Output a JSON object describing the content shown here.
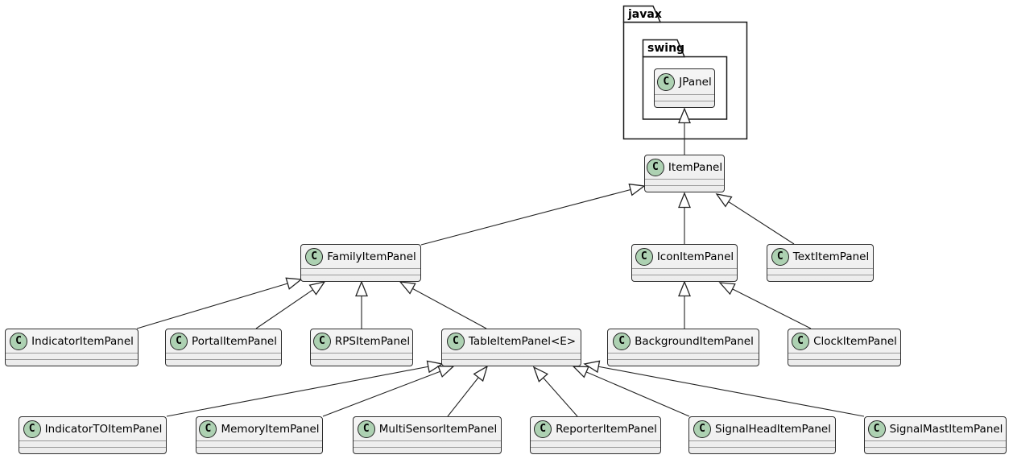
{
  "diagram": {
    "kind": "uml_class_diagram",
    "class_icon_letter": "C",
    "packages": [
      {
        "name": "javax"
      },
      {
        "name": "swing"
      }
    ],
    "classes": [
      {
        "name": "JPanel"
      },
      {
        "name": "ItemPanel"
      },
      {
        "name": "FamilyItemPanel"
      },
      {
        "name": "IconItemPanel"
      },
      {
        "name": "TextItemPanel"
      },
      {
        "name": "IndicatorItemPanel"
      },
      {
        "name": "PortalItemPanel"
      },
      {
        "name": "RPSItemPanel"
      },
      {
        "name": "TableItemPanel<E>"
      },
      {
        "name": "BackgroundItemPanel"
      },
      {
        "name": "ClockItemPanel"
      },
      {
        "name": "IndicatorTOItemPanel"
      },
      {
        "name": "MemoryItemPanel"
      },
      {
        "name": "MultiSensorItemPanel"
      },
      {
        "name": "ReporterItemPanel"
      },
      {
        "name": "SignalHeadItemPanel"
      },
      {
        "name": "SignalMastItemPanel"
      }
    ],
    "relations": [
      {
        "from": "ItemPanel",
        "to": "JPanel",
        "type": "extends"
      },
      {
        "from": "FamilyItemPanel",
        "to": "ItemPanel",
        "type": "extends"
      },
      {
        "from": "IconItemPanel",
        "to": "ItemPanel",
        "type": "extends"
      },
      {
        "from": "TextItemPanel",
        "to": "ItemPanel",
        "type": "extends"
      },
      {
        "from": "IndicatorItemPanel",
        "to": "FamilyItemPanel",
        "type": "extends"
      },
      {
        "from": "PortalItemPanel",
        "to": "FamilyItemPanel",
        "type": "extends"
      },
      {
        "from": "RPSItemPanel",
        "to": "FamilyItemPanel",
        "type": "extends"
      },
      {
        "from": "TableItemPanel<E>",
        "to": "FamilyItemPanel",
        "type": "extends"
      },
      {
        "from": "BackgroundItemPanel",
        "to": "IconItemPanel",
        "type": "extends"
      },
      {
        "from": "ClockItemPanel",
        "to": "IconItemPanel",
        "type": "extends"
      },
      {
        "from": "IndicatorTOItemPanel",
        "to": "TableItemPanel<E>",
        "type": "extends"
      },
      {
        "from": "MemoryItemPanel",
        "to": "TableItemPanel<E>",
        "type": "extends"
      },
      {
        "from": "MultiSensorItemPanel",
        "to": "TableItemPanel<E>",
        "type": "extends"
      },
      {
        "from": "ReporterItemPanel",
        "to": "TableItemPanel<E>",
        "type": "extends"
      },
      {
        "from": "SignalHeadItemPanel",
        "to": "TableItemPanel<E>",
        "type": "extends"
      },
      {
        "from": "SignalMastItemPanel",
        "to": "TableItemPanel<E>",
        "type": "extends"
      }
    ],
    "colors": {
      "background": "#FFFFFF",
      "class_fill": "#F1F1F1",
      "class_border": "#2E2E2E",
      "spot_fill": "#ADD1B2",
      "spot_border": "#232323",
      "edge": "#232323",
      "package_border": "#181818"
    }
  }
}
